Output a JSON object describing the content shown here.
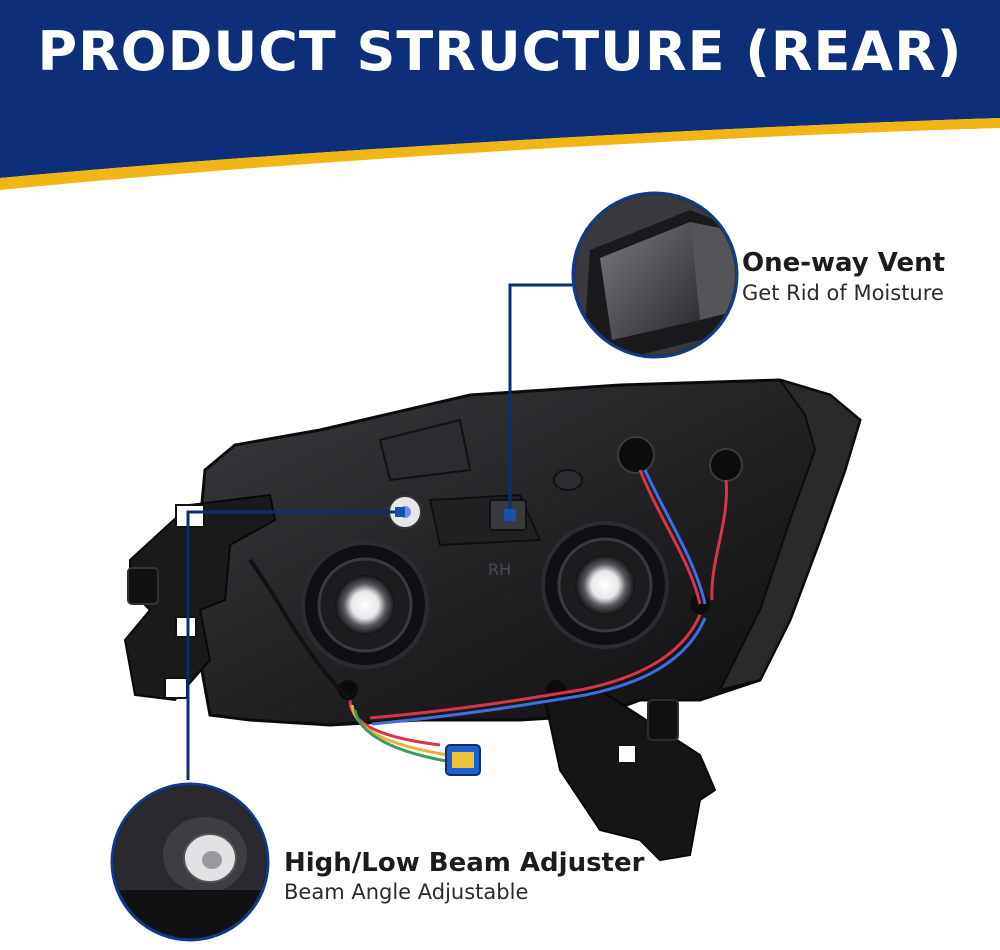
{
  "header": {
    "title": "PRODUCT STRUCTURE (REAR)"
  },
  "product": {
    "housing_marking": "RH"
  },
  "callouts": [
    {
      "title": "One-way Vent",
      "subtitle": "Get Rid of Moisture"
    },
    {
      "title": "High/Low Beam Adjuster",
      "subtitle": "Beam Angle Adjustable"
    }
  ],
  "colors": {
    "banner_blue": "#0d2f7a",
    "banner_gold": "#f2b516",
    "callout_ring": "#123a8a",
    "leader_line": "#0a2f6e",
    "housing": "#1d1d1f",
    "wire_red": "#d8344a",
    "wire_blue": "#3d6fe0",
    "connector_blue": "#1f5fd6"
  }
}
